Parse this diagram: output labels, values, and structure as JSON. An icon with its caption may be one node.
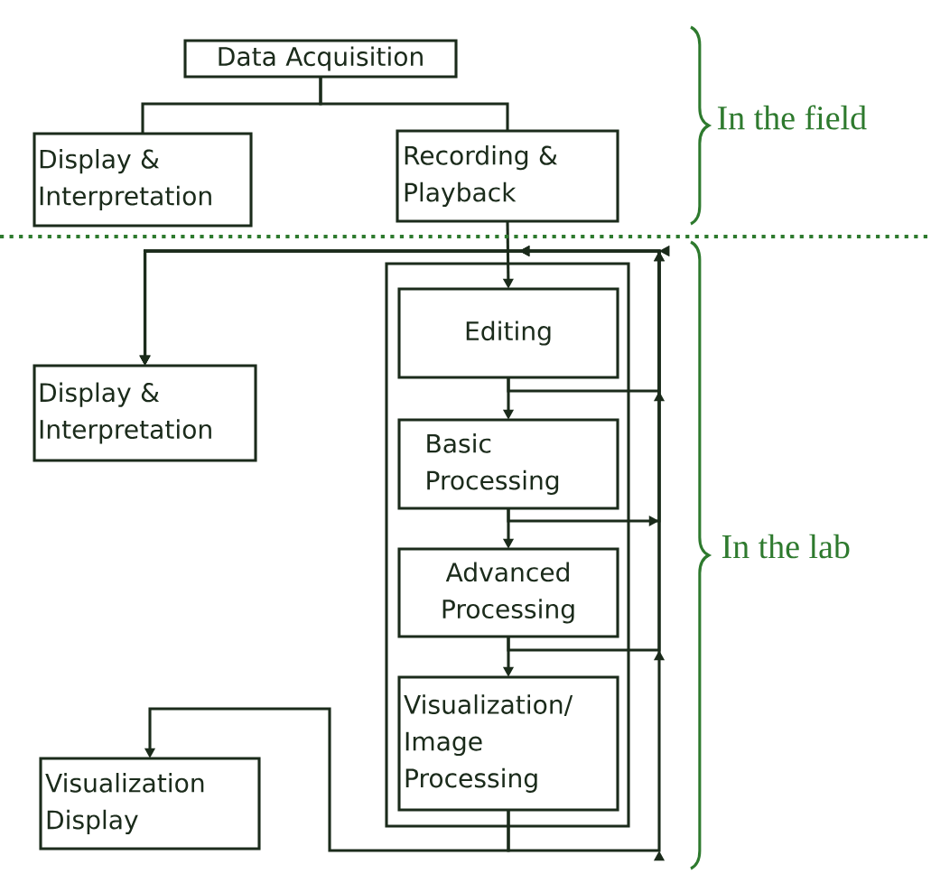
{
  "diagram": {
    "nodes": [
      {
        "text": [
          "Data Acquisition"
        ]
      },
      {
        "text": [
          "Display & Interpretation"
        ]
      },
      {
        "text": [
          "Recording & Playback"
        ]
      },
      {
        "text": [],
        "shape": "box"
      },
      {
        "text": [
          "Editing"
        ],
        "in": 3
      },
      {
        "text": [
          "Basic Processing"
        ],
        "in": 3
      },
      {
        "text": [
          "Advanced Processing"
        ],
        "in": 3
      },
      {
        "text": [
          "Visualization/ Image Processing"
        ],
        "in": 3
      },
      {
        "text": [
          "Display & Interpretation"
        ]
      },
      {
        "text": [
          "Visualization Display"
        ]
      }
    ],
    "edges": [
      {
        "from": 0,
        "to": 1,
        "arrow": "none"
      },
      {
        "from": 0,
        "to": 2,
        "arrow": "none"
      },
      {
        "from": 2,
        "to": 4,
        "arrow": "to"
      },
      {
        "from": 4,
        "to": 5,
        "arrow": "to"
      },
      {
        "from": 5,
        "to": 6,
        "arrow": "to"
      },
      {
        "from": 6,
        "to": 7,
        "arrow": "to"
      },
      {
        "from": 4,
        "to": 8,
        "arrow": "to"
      },
      {
        "from": 5,
        "to": 8,
        "arrow": "to"
      },
      {
        "from": 6,
        "to": 8,
        "arrow": "to"
      },
      {
        "from": 7,
        "to": 8,
        "arrow": "to"
      },
      {
        "from": 7,
        "to": 9,
        "arrow": "to"
      }
    ],
    "labels": [
      "In the field",
      "In the lab"
    ]
  }
}
